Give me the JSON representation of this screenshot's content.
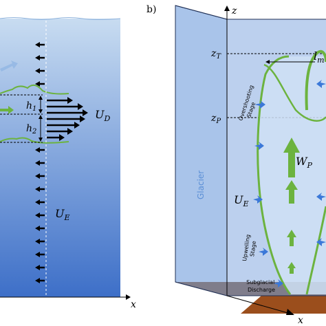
{
  "panel_a": {
    "axis_x": "x",
    "labels": {
      "h1_base": "h",
      "h1_sub": "1",
      "h2_base": "h",
      "h2_sub": "2",
      "ud_base": "U",
      "ud_sub": "D",
      "ue_base": "U",
      "ue_sub": "E"
    }
  },
  "panel_b": {
    "panel_letter": "b)",
    "axis_z": "z",
    "axis_x": "x",
    "glacier": "Glacier",
    "zt_base": "z",
    "zt_sub": "T",
    "zp_base": "z",
    "zp_sub": "P",
    "lm_base": "l",
    "lm_sub": "m",
    "wp_base": "W",
    "wp_sub": "P",
    "ue_base": "U",
    "ue_sub": "E",
    "overshooting_line1": "Overshooting",
    "overshooting_line2": "Stage",
    "upwelling_line1": "Upwelling",
    "upwelling_line2": "Stage",
    "subglacial_line1": "Subglacial",
    "subglacial_line2": "Discharge"
  },
  "colors": {
    "water_top": "#c3d8ef",
    "water_bottom": "#3a6dc8",
    "plume_outline": "#6cb33f",
    "entrainment_arrow": "#3b78d8",
    "sediment": "#9b4e1c"
  }
}
